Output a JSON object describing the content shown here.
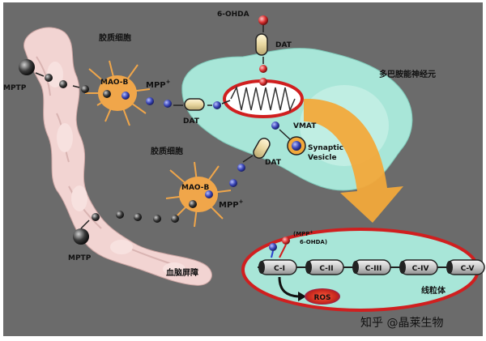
{
  "labels": {
    "mptp_top": "MPTP",
    "mptp_bottom": "MPTP",
    "glia_top": "胶质细胞",
    "glia_bottom": "胶质细胞",
    "maob_top": "MAO-B",
    "maob_bottom": "MAO-B",
    "mpp_top": "MPP",
    "mpp_bottom": "MPP",
    "plus": "+",
    "dat_left": "DAT",
    "dat_top": "DAT",
    "dat_mid": "DAT",
    "ohda": "6-OHDA",
    "neuron": "多巴胺能神经元",
    "vmat": "VMAT",
    "synaptic_line1": "Synaptic",
    "synaptic_line2": "Vesicle",
    "bbb": "血脑屏障",
    "inset_note_line1": "(MPP",
    "inset_note_line2": "6-OHDA)",
    "mito": "线粒体",
    "ros": "ROS",
    "watermark": "知乎 @晶莱生物"
  },
  "complexes": [
    "C-I",
    "C-II",
    "C-III",
    "C-IV",
    "C-V"
  ],
  "colors": {
    "background": "#6b6b6b",
    "neuron": "#a8e6d8",
    "vessel": "#f2d4d2",
    "glia": "#f0a64a",
    "arrow": "#f2a93b",
    "mito_ring": "#d01f1f",
    "molecule_blue": "#3a46b8",
    "molecule_red": "#d93030"
  }
}
